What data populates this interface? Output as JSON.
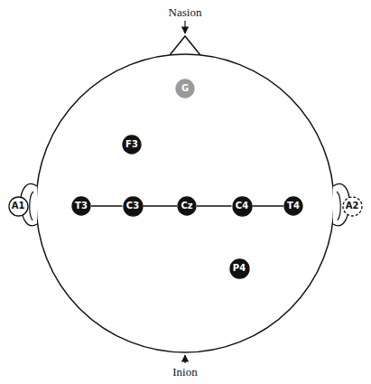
{
  "diagram": {
    "nodes": [
      {
        "text": [
          "G"
        ]
      },
      {
        "text": [
          "F3"
        ]
      },
      {
        "text": [
          "A1"
        ]
      },
      {
        "text": [
          "T3"
        ]
      },
      {
        "text": [
          "C3"
        ]
      },
      {
        "text": [
          "Cz"
        ]
      },
      {
        "text": [
          "C4"
        ]
      },
      {
        "text": [
          "T4"
        ]
      },
      {
        "text": [
          "A2"
        ]
      },
      {
        "text": [
          "P4"
        ]
      }
    ],
    "edges": [
      {
        "from": 3,
        "to": 4,
        "arrow": "none"
      },
      {
        "from": 4,
        "to": 5,
        "arrow": "none"
      },
      {
        "from": 5,
        "to": 6,
        "arrow": "none"
      },
      {
        "from": 6,
        "to": 7,
        "arrow": "none"
      }
    ],
    "labels": [
      "Nasion",
      "Inion"
    ]
  }
}
